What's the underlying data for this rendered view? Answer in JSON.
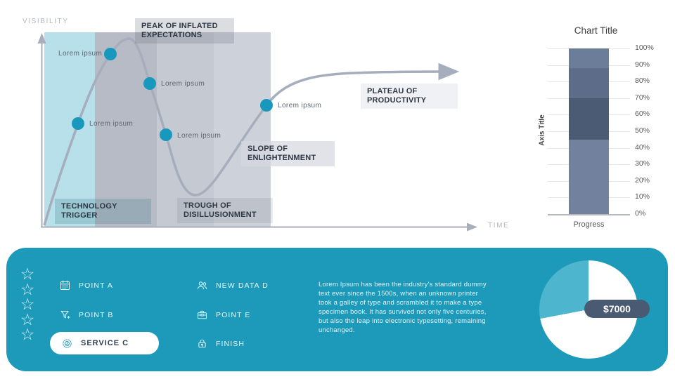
{
  "hype": {
    "visibility_label": "VISIBILITY",
    "time_label": "TIME",
    "phases": [
      {
        "label": "PEAK OF INFLATED EXPECTATIONS"
      },
      {
        "label": "TECHNOLOGY TRIGGER"
      },
      {
        "label": "TROUGH OF DISILLUSIONMENT"
      },
      {
        "label": "SLOPE OF ENLIGHTENMENT"
      },
      {
        "label": "PLATEAU OF PRODUCTIVITY"
      }
    ],
    "points": [
      {
        "label": "Lorem ipsum"
      },
      {
        "label": "Lorem ipsum"
      },
      {
        "label": "Lorem ipsum"
      },
      {
        "label": "Lorem ipsum"
      },
      {
        "label": "Lorem ipsum"
      }
    ]
  },
  "bar_chart": {
    "title": "Chart Title",
    "axis_title": "Axis Title",
    "category": "Progress",
    "ticks": [
      "100%",
      "90%",
      "80%",
      "70%",
      "60%",
      "50%",
      "40%",
      "30%",
      "20%",
      "10%",
      "0%"
    ]
  },
  "panel": {
    "items": [
      {
        "label": "POINT A",
        "icon": "calendar-icon"
      },
      {
        "label": "POINT B",
        "icon": "filter-plus-icon"
      },
      {
        "label": "SERVICE C",
        "icon": "gear-icon",
        "highlighted": true
      },
      {
        "label": "NEW DATA D",
        "icon": "users-icon"
      },
      {
        "label": "POINT E",
        "icon": "briefcase-icon"
      },
      {
        "label": "FINISH",
        "icon": "lock-icon"
      }
    ],
    "paragraph": "Lorem Ipsum has been the industry's standard dummy text ever since the 1500s, when an unknown printer took a galley of type and scrambled it to make a type specimen book. It has survived not only five centuries, but also the leap into electronic typesetting,  remaining unchanged.",
    "badge": "$7000",
    "star_count": 5,
    "star_char": "☆"
  },
  "colors": {
    "panel_teal": "#1d9ab9",
    "dot_teal": "#1898bd",
    "pie_slice": "#4db5cd",
    "pie_main": "#ffffff",
    "badge_bg": "#4a5a73",
    "curve_gray": "#a6adbc",
    "band_cyan": "#b7e0ea"
  },
  "chart_data": [
    {
      "type": "bar",
      "stacked": true,
      "title": "Chart Title",
      "ylabel": "Axis Title",
      "categories": [
        "Progress"
      ],
      "series": [
        {
          "name": "segment-bottom",
          "values": [
            45
          ],
          "color": "#71819e"
        },
        {
          "name": "segment-lower-mid",
          "values": [
            25
          ],
          "color": "#4b5b73"
        },
        {
          "name": "segment-upper-mid",
          "values": [
            18
          ],
          "color": "#5d6d89"
        },
        {
          "name": "segment-top",
          "values": [
            12
          ],
          "color": "#6c7d9a"
        }
      ],
      "ylim": [
        0,
        100
      ],
      "ytick_step": 10,
      "grid": true,
      "legend": false
    },
    {
      "type": "pie",
      "slices": [
        {
          "label": "remainder",
          "value": 72,
          "color": "#ffffff"
        },
        {
          "label": "highlight",
          "value": 28,
          "color": "#4db5cd"
        }
      ],
      "start_angle_deg": 0,
      "annotation": "$7000"
    },
    {
      "type": "line",
      "title": "Hype cycle curve",
      "xlabel": "TIME",
      "ylabel": "VISIBILITY",
      "phases": [
        "TECHNOLOGY TRIGGER",
        "PEAK OF INFLATED EXPECTATIONS",
        "TROUGH OF DISILLUSIONMENT",
        "SLOPE OF ENLIGHTENMENT",
        "PLATEAU OF PRODUCTIVITY"
      ],
      "marker_count": 5
    }
  ]
}
